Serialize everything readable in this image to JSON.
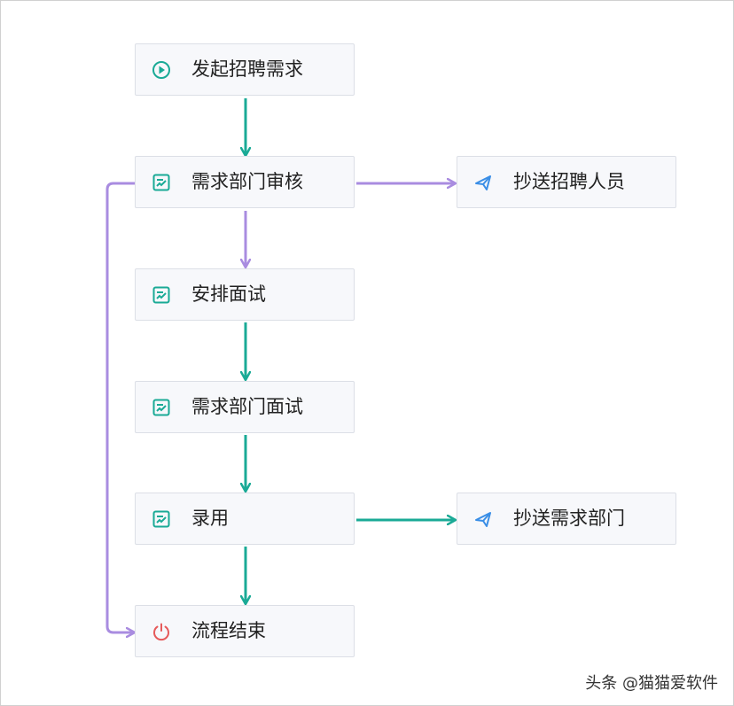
{
  "colors": {
    "teal": "#1aaa96",
    "purple": "#a98ce0",
    "blue_send": "#3a8ee6",
    "red_end": "#e65a5a"
  },
  "nodes": {
    "start": {
      "label": "发起招聘需求",
      "icon": "play-circle-icon"
    },
    "dept_review": {
      "label": "需求部门审核",
      "icon": "approval-form-icon"
    },
    "cc_recruiter": {
      "label": "抄送招聘人员",
      "icon": "send-plane-icon"
    },
    "arrange_interview": {
      "label": "安排面试",
      "icon": "approval-form-icon"
    },
    "dept_interview": {
      "label": "需求部门面试",
      "icon": "approval-form-icon"
    },
    "hire": {
      "label": "录用",
      "icon": "approval-form-icon"
    },
    "cc_dept": {
      "label": "抄送需求部门",
      "icon": "send-plane-icon"
    },
    "end": {
      "label": "流程结束",
      "icon": "power-icon"
    }
  },
  "watermark": "头条 @猫猫爱软件"
}
